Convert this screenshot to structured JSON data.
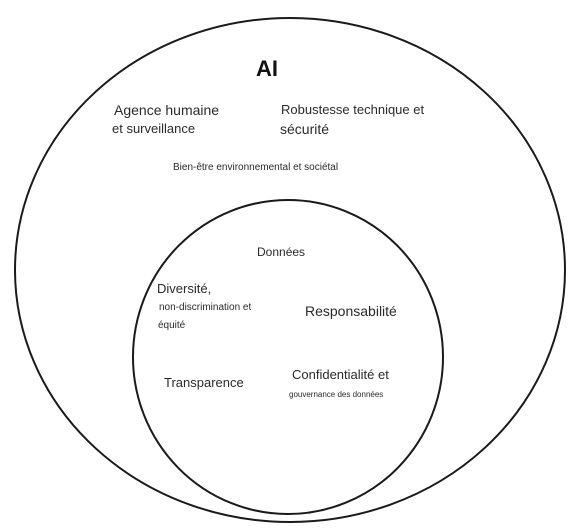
{
  "diagram": {
    "outer": {
      "title": "AI",
      "items": [
        {
          "line1": "Agence humaine",
          "line2": "et surveillance"
        },
        {
          "line1": "Robustesse technique et",
          "line2": "sécurité"
        },
        {
          "line1": "Bien-être environnemental et sociétal"
        }
      ]
    },
    "inner": {
      "title": "Données",
      "items": [
        {
          "line1": "Diversité,",
          "line2": "non-discrimination et",
          "line3": "équité"
        },
        {
          "line1": "Responsabilité"
        },
        {
          "line1": "Transparence"
        },
        {
          "line1": "Confidentialité et",
          "line2": "gouvernance des données"
        }
      ]
    },
    "stroke_color": "#1a1a1a",
    "text_color": "#2a2a2a"
  }
}
